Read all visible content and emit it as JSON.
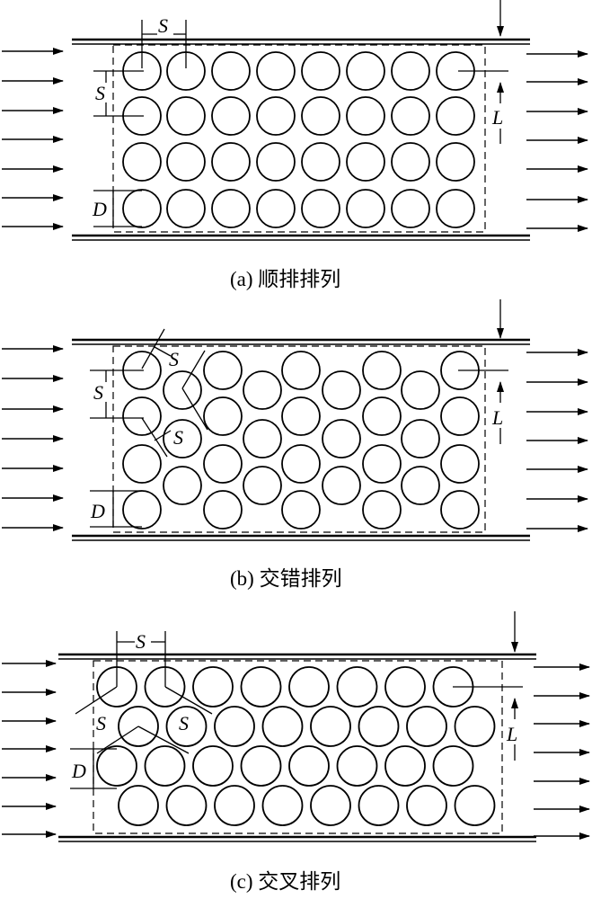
{
  "panels": [
    {
      "id": "a",
      "caption": "(a) 顺排排列",
      "labels": {
        "pitch_horizontal": "S",
        "pitch_vertical": "S",
        "diameter": "D",
        "length": "L"
      }
    },
    {
      "id": "b",
      "caption": "(b) 交错排列",
      "labels": {
        "pitch_diagonal_top": "S",
        "pitch_vertical": "S",
        "pitch_diagonal_mid": "S",
        "diameter": "D",
        "length": "L"
      }
    },
    {
      "id": "c",
      "caption": "(c) 交叉排列",
      "labels": {
        "pitch_horizontal": "S",
        "pitch_left": "S",
        "pitch_right": "S",
        "diameter": "D",
        "length": "L"
      }
    }
  ],
  "colors": {
    "line": "#000000",
    "background": "#ffffff"
  }
}
